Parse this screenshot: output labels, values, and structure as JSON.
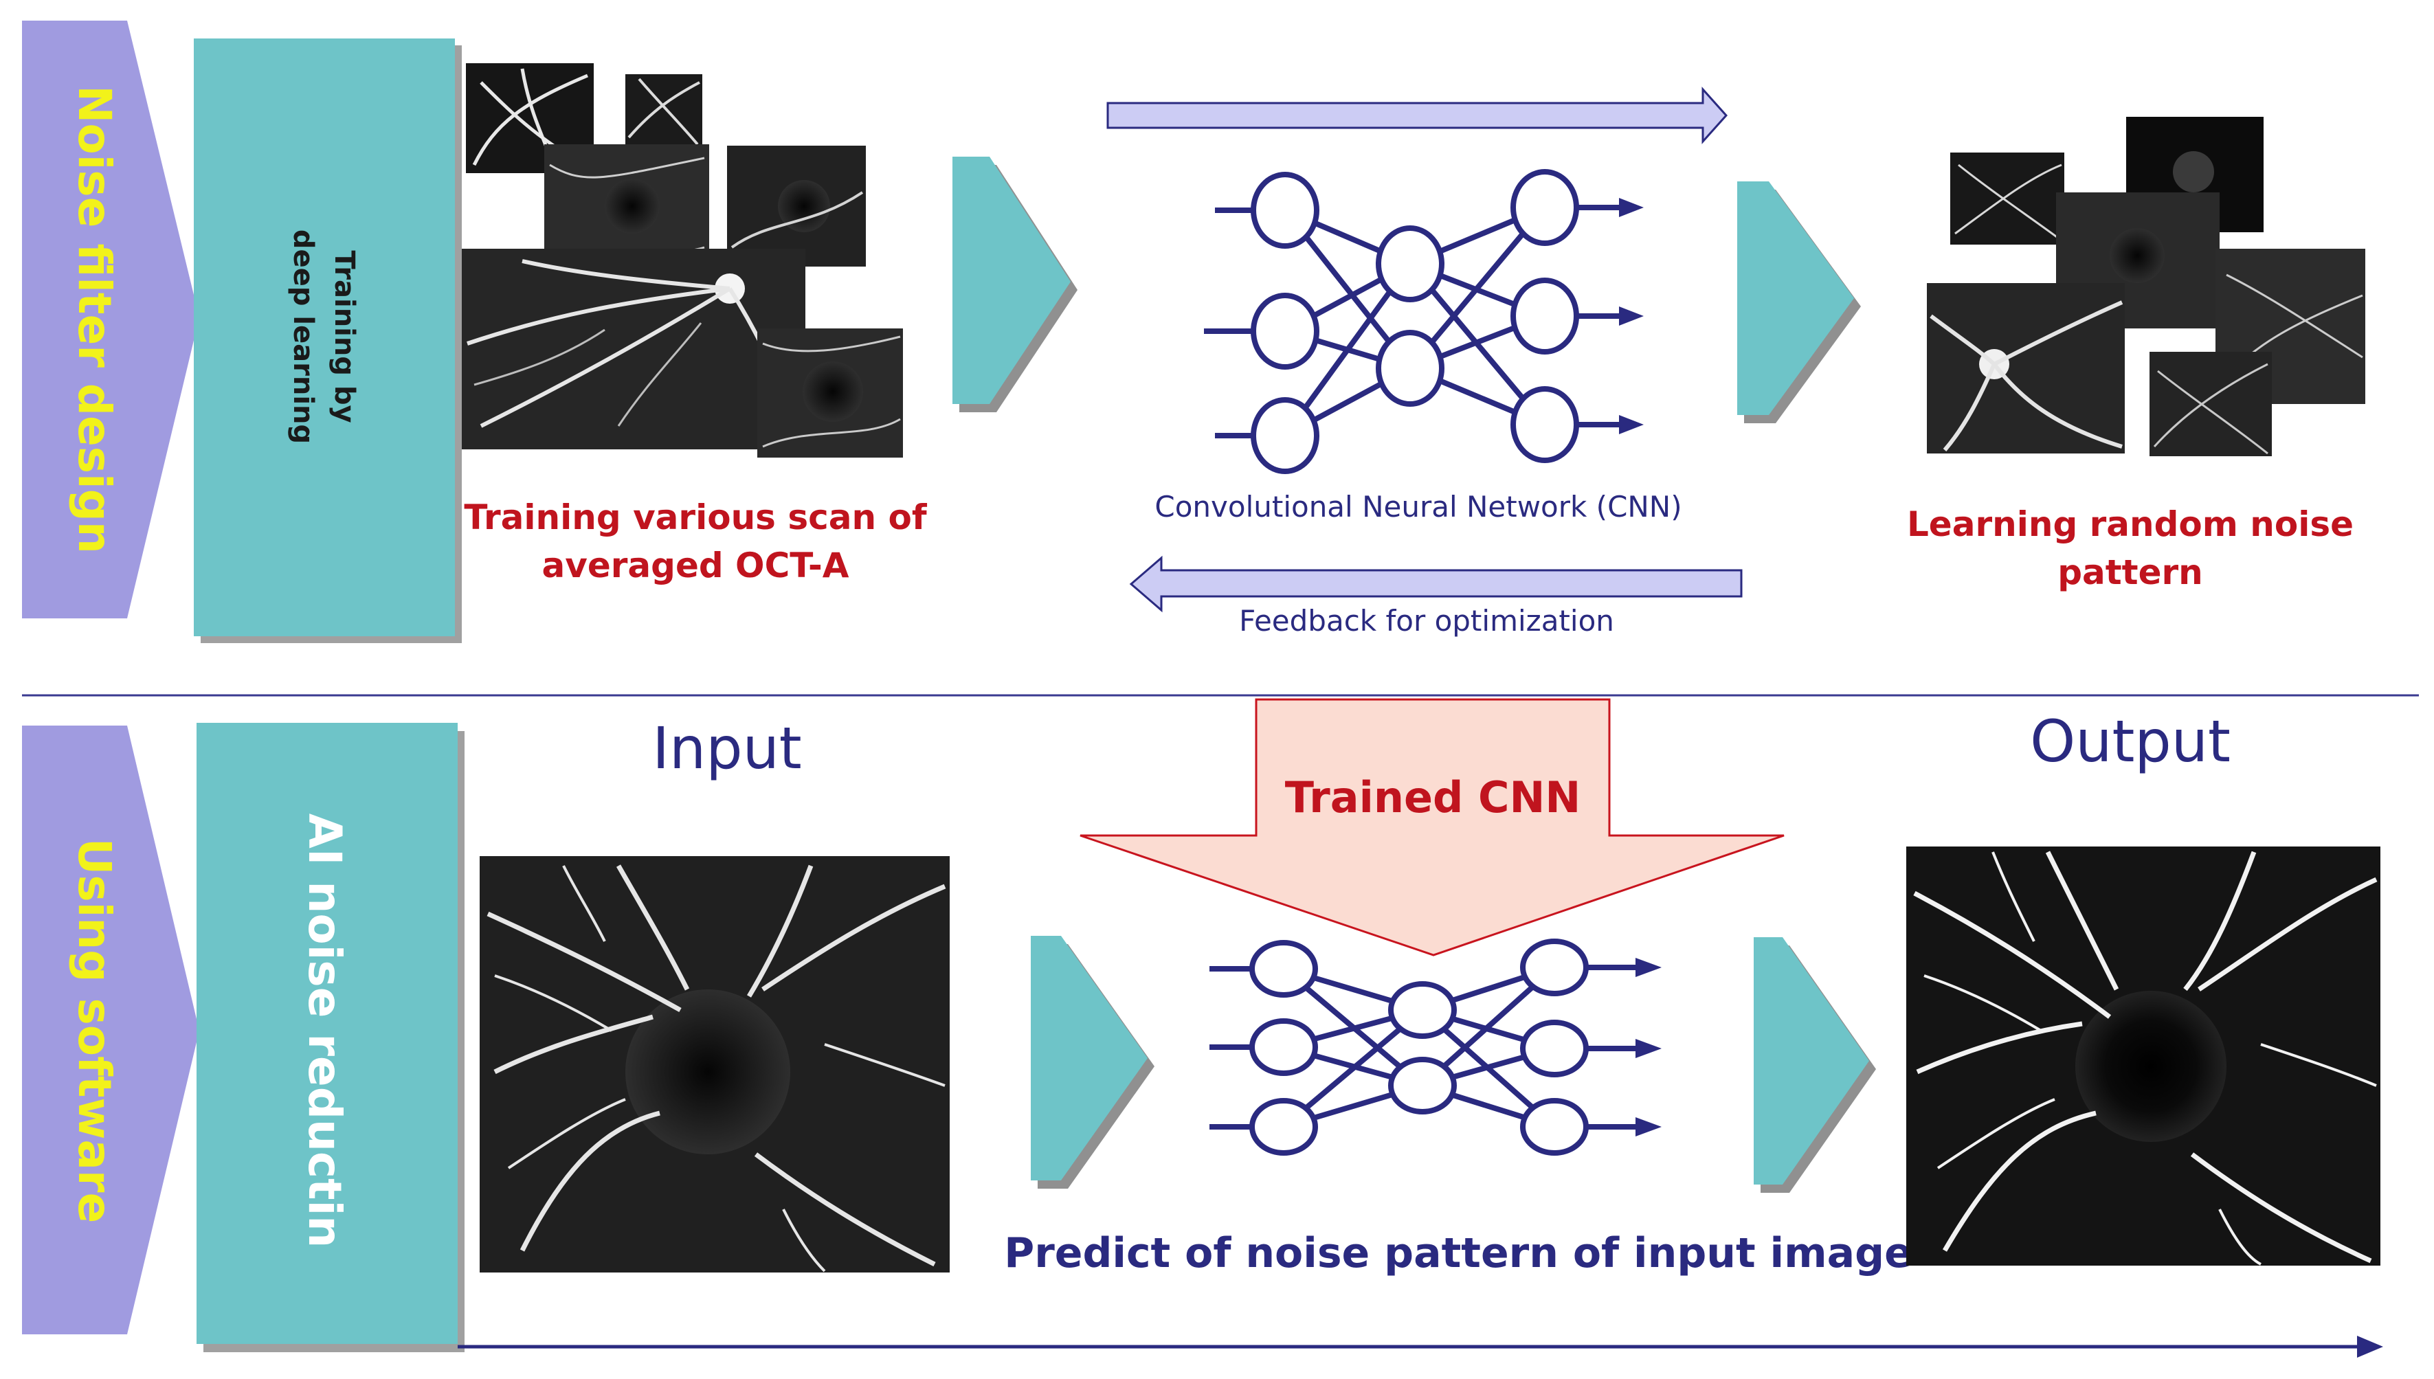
{
  "top_row": {
    "stage_label": "Noise filter design",
    "block_label_line1": "Training by",
    "block_label_line2": "deep learning",
    "training_caption_line1": "Training various scan of",
    "training_caption_line2": "averaged OCT-A",
    "cnn_caption": "Convolutional Neural Network (CNN)",
    "feedback_caption": "Feedback for optimization",
    "learning_caption_line1": "Learning random noise",
    "learning_caption_line2": "pattern"
  },
  "bottom_row": {
    "stage_label": "Using software",
    "block_label": "AI noise reductin",
    "input_title": "Input",
    "output_title": "Output",
    "trained_label": "Trained CNN",
    "predict_caption": "Predict of noise pattern of input image"
  },
  "colors": {
    "stage_purple": "#a09be0",
    "stage_text": "#f2f21a",
    "teal": "#6ec4c8",
    "caption_red": "#c0141e",
    "navy": "#2a2a80",
    "arrow_fill": "#ccccf4",
    "trained_fill": "#fbdcd2",
    "trained_stroke": "#c8141e",
    "divider": "#3a3a90"
  }
}
